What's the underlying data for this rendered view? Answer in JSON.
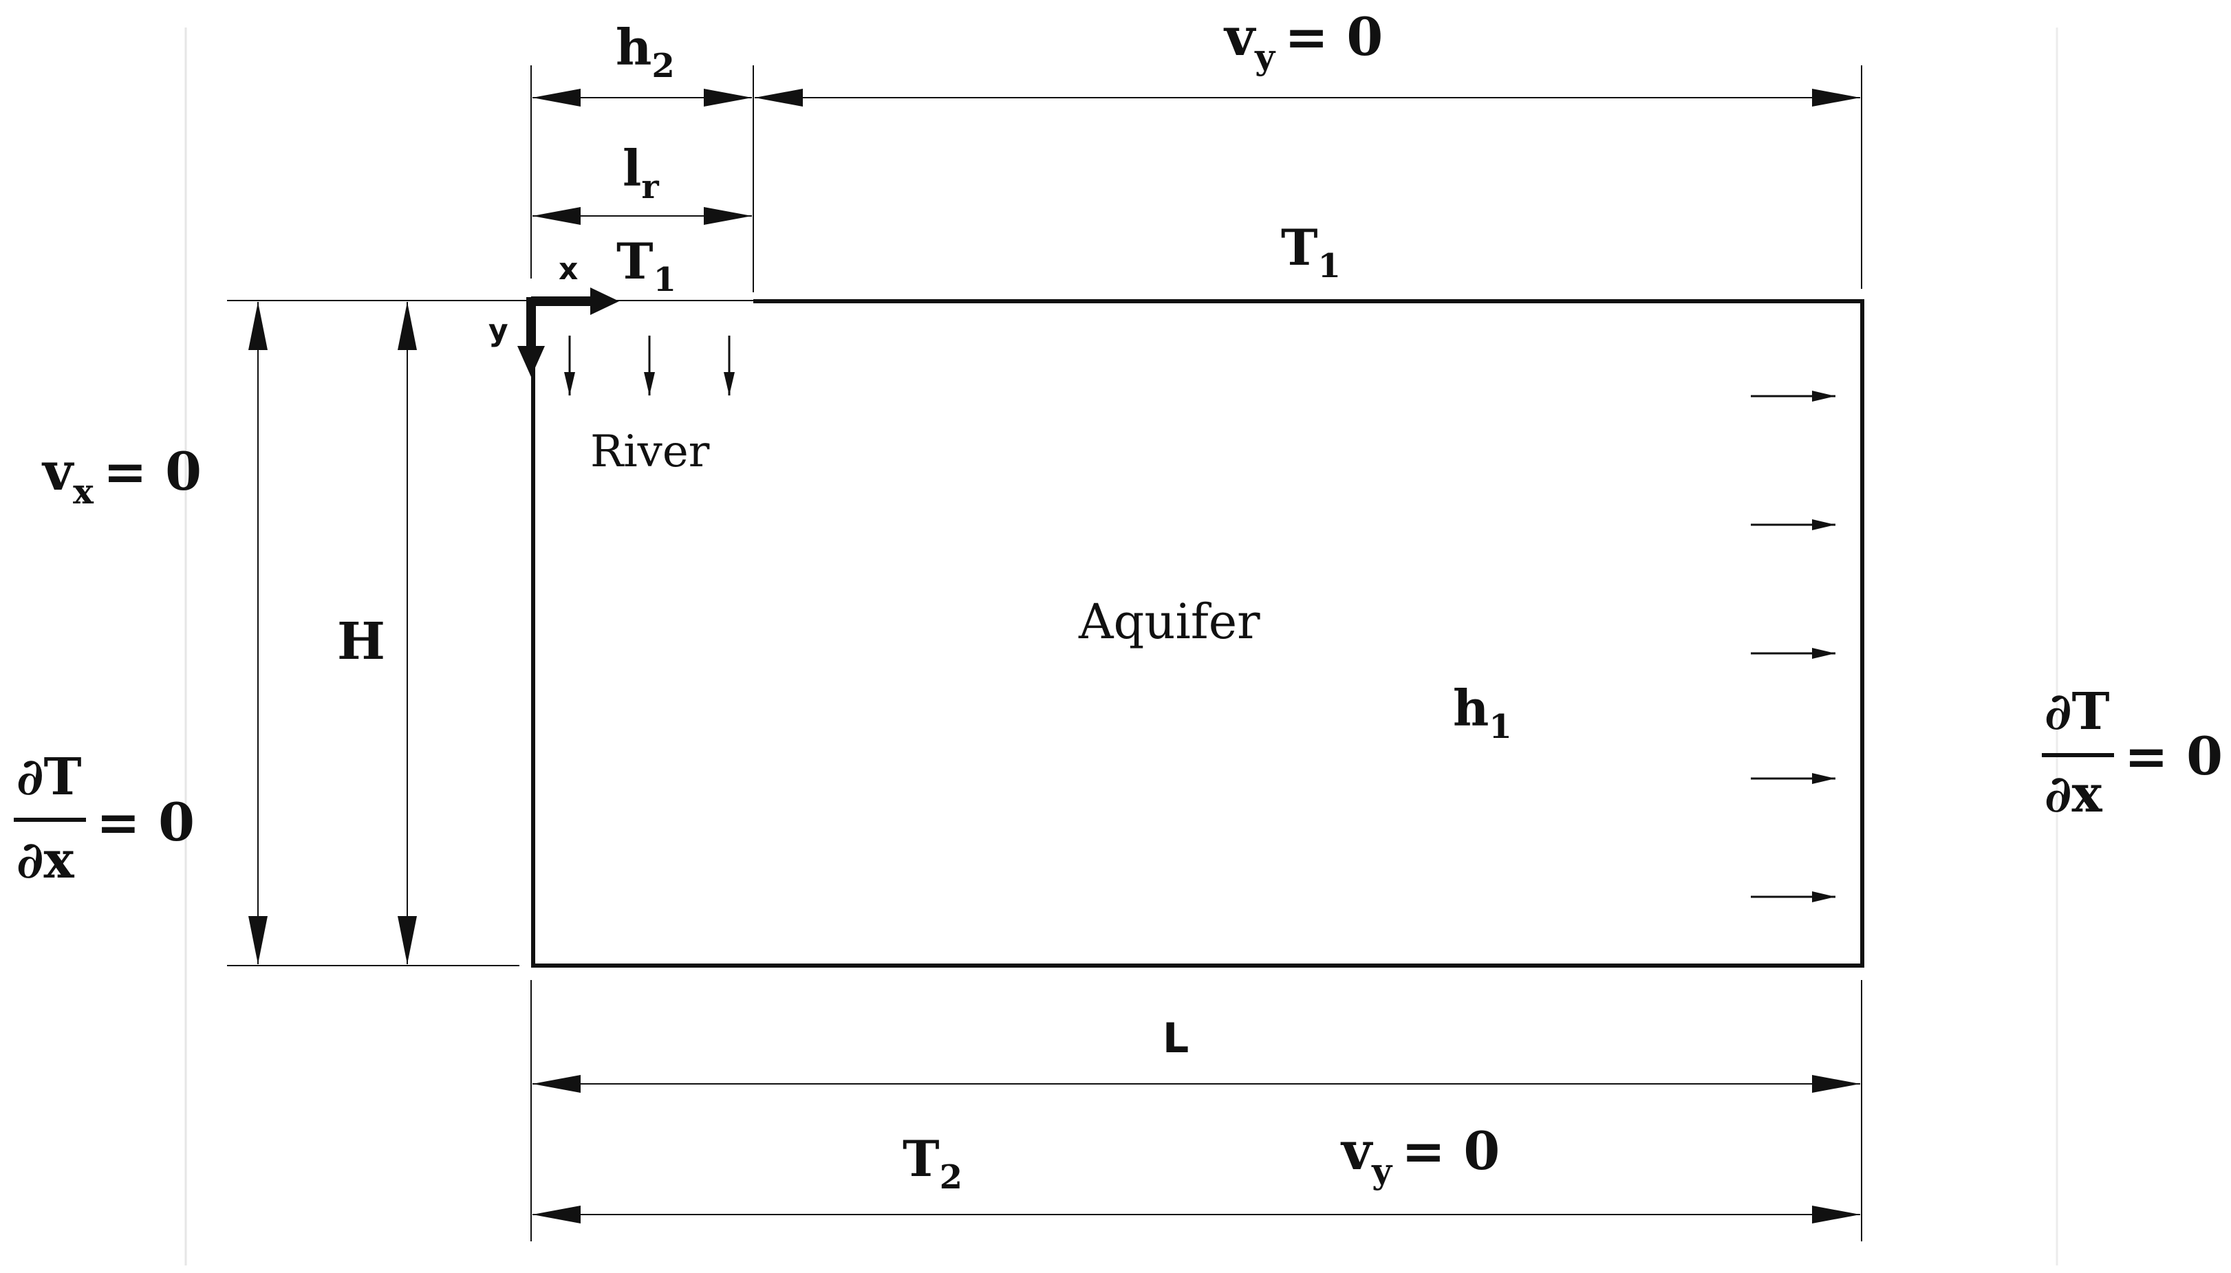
{
  "labels": {
    "h2_main": "h",
    "h2_sub": "2",
    "lr_main": "l",
    "lr_sub": "r",
    "vy_top_main": "v",
    "vy_top_sub": "y",
    "vy_top_rhs": "= 0",
    "T1_river_main": "T",
    "T1_river_sub": "1",
    "T1_top_main": "T",
    "T1_top_sub": "1",
    "axis_x": "x",
    "axis_y": "y",
    "river": "River",
    "aquifer": "Aquifer",
    "h1_main": "h",
    "h1_sub": "1",
    "vx_left_main": "v",
    "vx_left_sub": "x",
    "vx_left_rhs": "= 0",
    "H": "H",
    "dT_left_num": "∂T",
    "dT_left_den": "∂x",
    "dT_left_rhs": "= 0",
    "dT_right_num": "∂T",
    "dT_right_den": "∂x",
    "dT_right_rhs": "= 0",
    "L": "L",
    "T2_main": "T",
    "T2_sub": "2",
    "vy_bottom_main": "v",
    "vy_bottom_sub": "y",
    "vy_bottom_rhs": "= 0"
  }
}
